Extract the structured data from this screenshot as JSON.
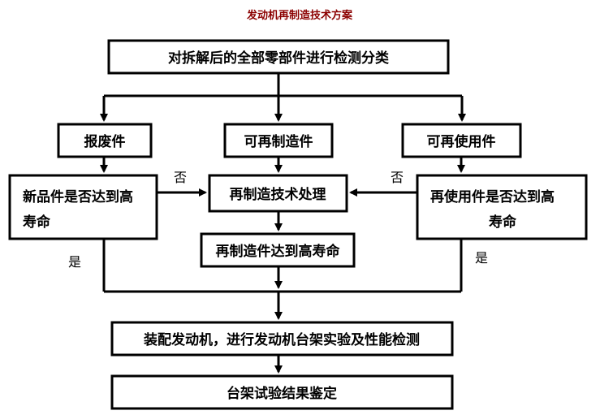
{
  "title": "发动机再制造技术方案",
  "nodes": {
    "inspect": "对拆解后的全部零部件进行检测分类",
    "scrap": "报废件",
    "remanufacturable": "可再制造件",
    "reusable": "可再使用件",
    "new_parts_check_line1": "新品件是否达到高",
    "new_parts_check_line2": "寿命",
    "reman_process": "再制造技术处理",
    "reuse_check_line1": "再使用件是否达到高",
    "reuse_check_line2": "寿命",
    "reman_high_life": "再制造件达到高寿命",
    "assemble": "装配发动机，进行发动机台架实验及性能检测",
    "bench_result": "台架试验结果鉴定"
  },
  "edge_labels": {
    "left_no": "否",
    "right_no": "否",
    "left_yes": "是",
    "right_yes": "是"
  }
}
